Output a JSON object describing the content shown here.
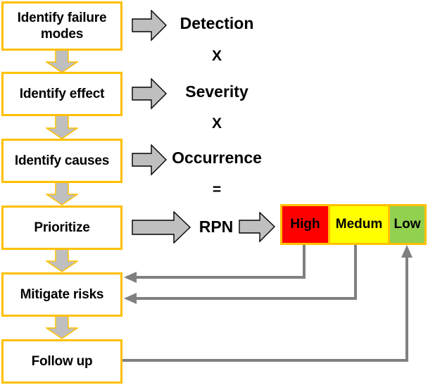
{
  "diagram": {
    "title": "FMEA process flow with RPN risk prioritization",
    "colors": {
      "box_border": "#FFC000",
      "box_fill": "#FFFFFF",
      "arrow_fill": "#BFBFBF",
      "arrow_stroke": "#000000",
      "connector": "#808080",
      "risk_high": "#FF0000",
      "risk_medium": "#FFFF00",
      "risk_low": "#92D050",
      "text": "#000000"
    },
    "process_steps": [
      {
        "id": "identify-failure-modes",
        "label": "Identify failure\nmodes"
      },
      {
        "id": "identify-effect",
        "label": "Identify effect"
      },
      {
        "id": "identify-causes",
        "label": "Identify causes"
      },
      {
        "id": "prioritize",
        "label": "Prioritize"
      },
      {
        "id": "mitigate-risks",
        "label": "Mitigate risks"
      },
      {
        "id": "follow-up",
        "label": "Follow up"
      }
    ],
    "formula": {
      "terms": [
        {
          "id": "detection",
          "label": "Detection"
        },
        {
          "id": "severity",
          "label": "Severity"
        },
        {
          "id": "occurrence",
          "label": "Occurrence"
        }
      ],
      "operators": [
        {
          "id": "multiply-1",
          "label": "X"
        },
        {
          "id": "multiply-2",
          "label": "X"
        },
        {
          "id": "equals",
          "label": "="
        }
      ],
      "result": {
        "id": "rpn",
        "label": "RPN"
      }
    },
    "risk_bar": {
      "cells": [
        {
          "id": "high",
          "label": "High",
          "color": "#FF0000"
        },
        {
          "id": "medium",
          "label": "Medum",
          "color": "#FFFF00"
        },
        {
          "id": "low",
          "label": "Low",
          "color": "#92D050"
        }
      ]
    },
    "icons": {
      "down_arrow": "down-block-arrow-icon",
      "right_arrow": "right-block-arrow-icon",
      "feedback_arrow": "feedback-connector-arrow-icon"
    }
  }
}
